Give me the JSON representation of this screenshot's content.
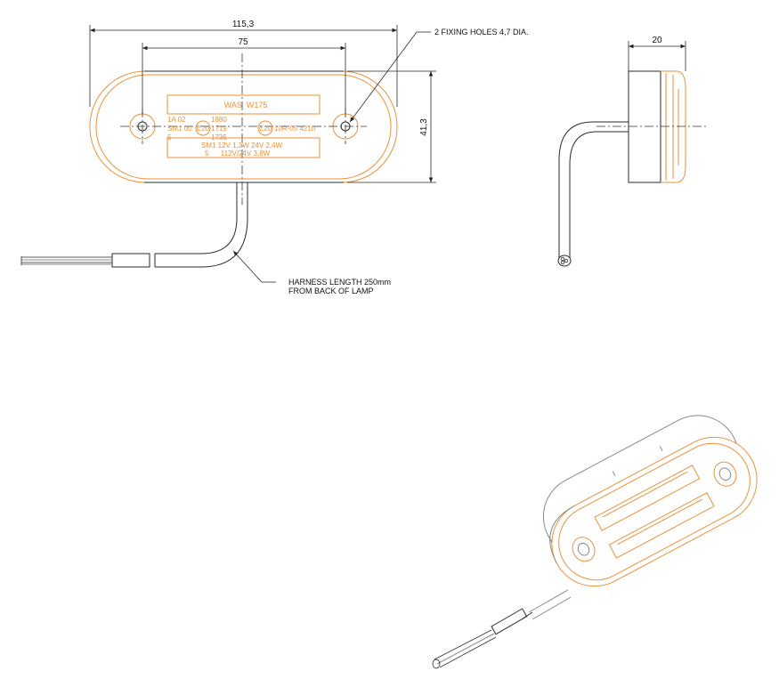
{
  "dimensions": {
    "overall_width": "115,3",
    "hole_pitch": "75",
    "height": "41,3",
    "depth": "20"
  },
  "callouts": {
    "fixing_holes": "2 FIXING HOLES 4,7 DIA.",
    "harness_line1": "HARNESS LENGTH 250mm",
    "harness_line2": "FROM BACK OF LAMP"
  },
  "lens_markings": {
    "top_panel": "WAS  W175",
    "left_col": [
      "1A 02",
      "SM1 00",
      "5"
    ],
    "left_emark": "E20",
    "codes_col": [
      "1880",
      "1719",
      "1735"
    ],
    "right_emark": "E20",
    "right_code": "10R-05 4210",
    "bottom_line1": "SM1 12V 1,2W 24V 2,4W",
    "bottom_line2": "5      112V/24V 3,8W"
  },
  "colors": {
    "lamp_outline": "#e8923a",
    "line": "#2a2a2a"
  }
}
